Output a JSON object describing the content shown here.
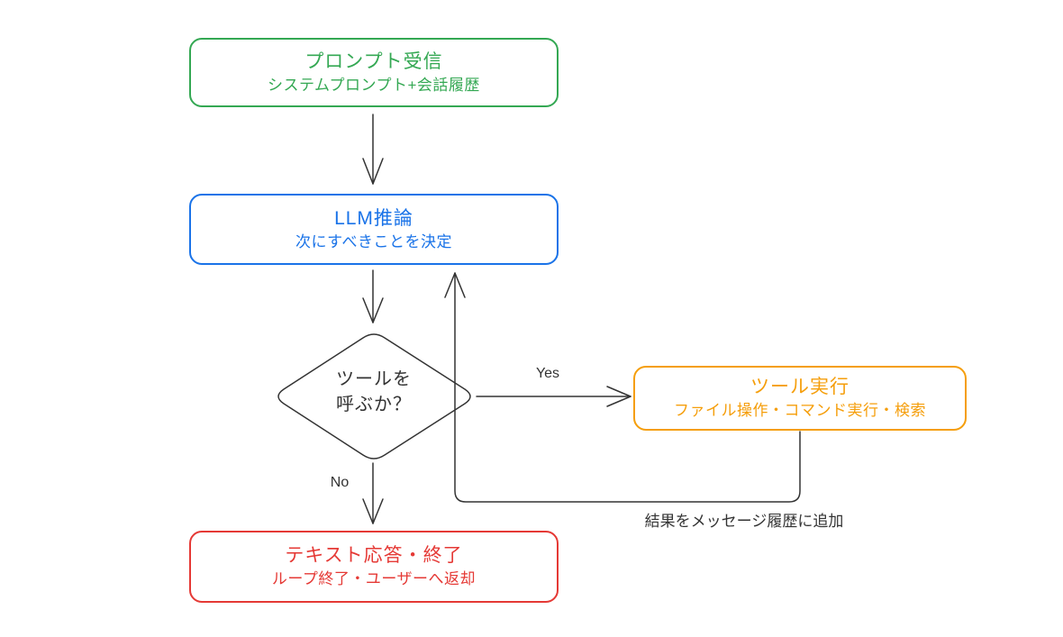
{
  "diagram": {
    "background": "#ffffff",
    "line_color": "#333333",
    "nodes": {
      "prompt": {
        "title": "プロンプト受信",
        "subtitle": "システムプロンプト+会話履歴",
        "color": "#34a853"
      },
      "llm": {
        "title": "LLM推論",
        "subtitle": "次にすべきことを決定",
        "color": "#1a73e8"
      },
      "decision": {
        "line1": "ツールを",
        "line2": "呼ぶか？",
        "color": "#333333"
      },
      "tool": {
        "title": "ツール実行",
        "subtitle": "ファイル操作・コマンド実行・検索",
        "color": "#f59e0b"
      },
      "finish": {
        "title": "テキスト応答・終了",
        "subtitle": "ループ終了・ユーザーへ返却",
        "color": "#e53935"
      }
    },
    "edge_labels": {
      "yes": "Yes",
      "no": "No",
      "loop": "結果をメッセージ履歴に追加"
    }
  }
}
